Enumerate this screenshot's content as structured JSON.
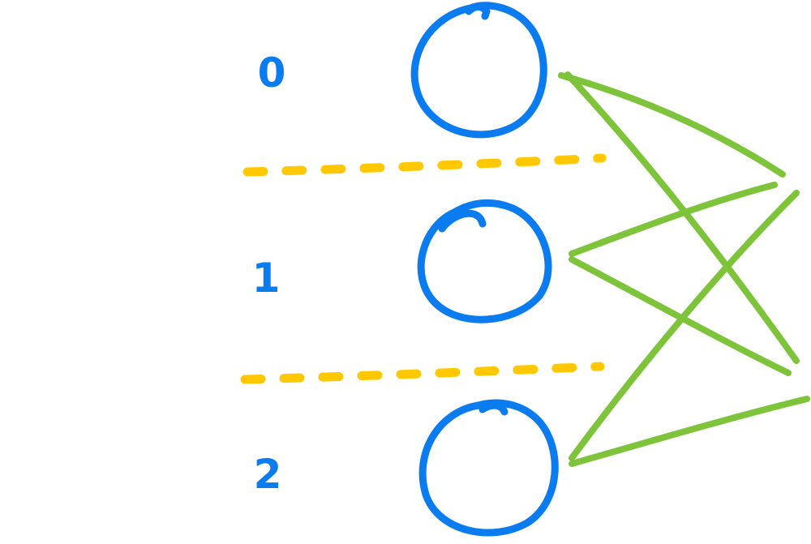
{
  "colors": {
    "node": "#0a7cf0",
    "separator": "#ffc800",
    "edge": "#7ec43b",
    "background": "#ffffff"
  },
  "nodes": [
    {
      "label": "0"
    },
    {
      "label": "1"
    },
    {
      "label": "2"
    }
  ]
}
